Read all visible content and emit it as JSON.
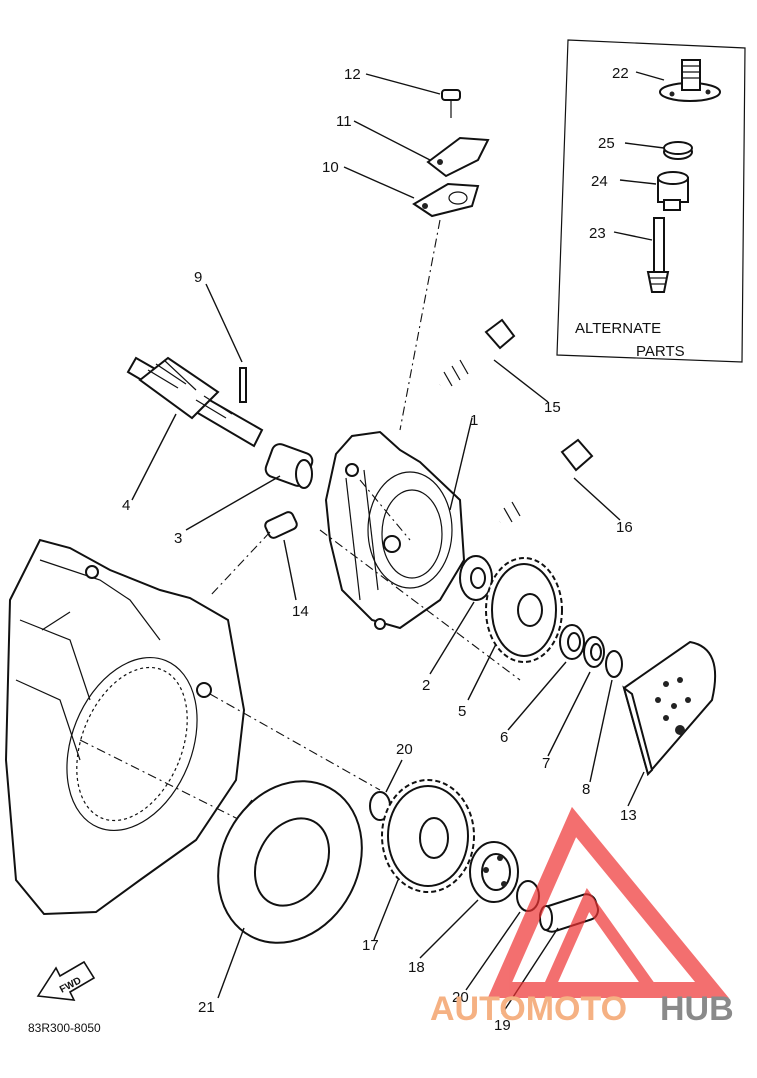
{
  "alternate_box": {
    "line1": "ALTERNATE",
    "line2": "PARTS"
  },
  "footer": {
    "code": "83R300-8050"
  },
  "fwd_label": "FWD",
  "watermark": {
    "part1": "AUTOMOTO",
    "part2": "HUB",
    "color1": "#f5b183",
    "color2": "#8a8a8a",
    "logo_color": "#ee3333"
  },
  "callouts": [
    "1",
    "2",
    "3",
    "4",
    "5",
    "6",
    "7",
    "8",
    "9",
    "10",
    "11",
    "12",
    "13",
    "14",
    "15",
    "16",
    "17",
    "18",
    "19",
    "20",
    "20",
    "21",
    "22",
    "23",
    "24",
    "25"
  ]
}
